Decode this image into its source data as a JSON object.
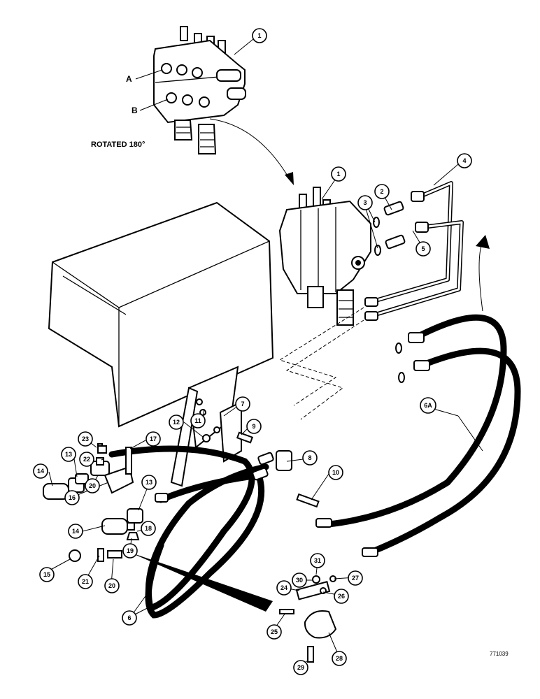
{
  "diagram": {
    "note": "ROTATED 180°",
    "drawing_number": "771039",
    "letters": [
      "A",
      "B"
    ],
    "callouts": [
      "1",
      "1",
      "2",
      "3",
      "4",
      "5",
      "6",
      "6A",
      "7",
      "8",
      "9",
      "10",
      "11",
      "12",
      "13",
      "13",
      "14",
      "14",
      "15",
      "16",
      "17",
      "18",
      "19",
      "20",
      "20",
      "21",
      "22",
      "23",
      "24",
      "25",
      "26",
      "27",
      "28",
      "29",
      "30",
      "31"
    ]
  }
}
